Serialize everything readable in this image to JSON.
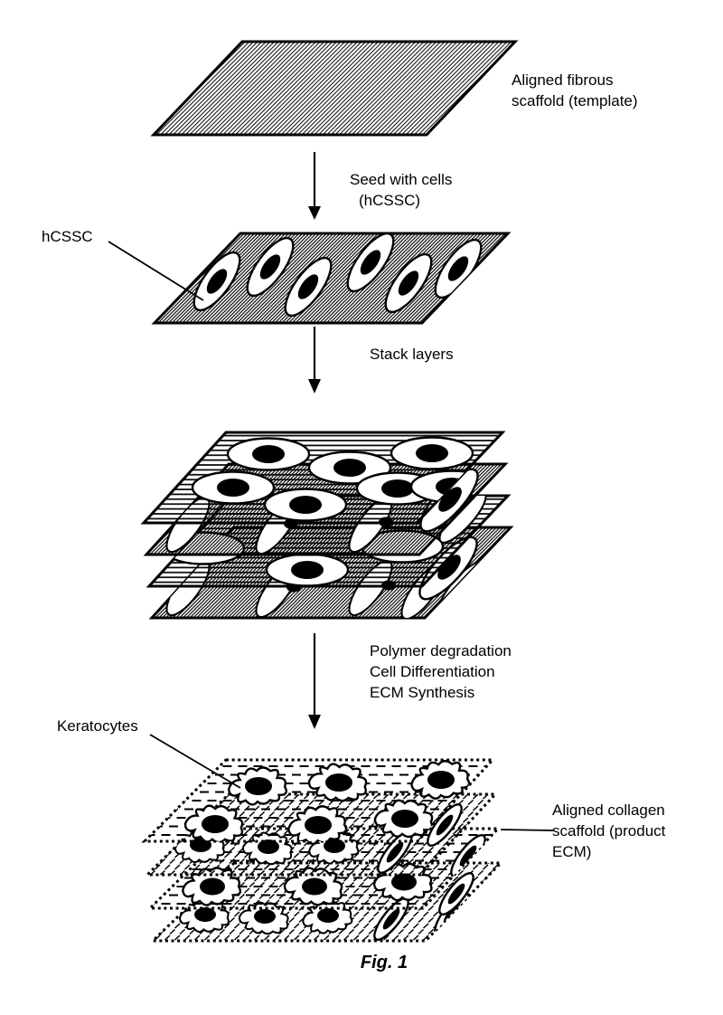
{
  "figure": {
    "caption": "Fig. 1",
    "colors": {
      "ink": "#000000",
      "paper": "#ffffff"
    },
    "labels": {
      "template": {
        "line1": "Aligned fibrous",
        "line2": "scaffold (template)"
      },
      "seed": {
        "line1": "Seed with cells",
        "line2": "(hCSSC)"
      },
      "hcssc": "hCSSC",
      "stack": "Stack layers",
      "transform": {
        "line1": "Polymer degradation",
        "line2": "Cell Differentiation",
        "line3": "ECM Synthesis"
      },
      "keratocytes": "Keratocytes",
      "product": {
        "line1": "Aligned collagen",
        "line2": "scaffold (product",
        "line3": "ECM)"
      }
    }
  }
}
